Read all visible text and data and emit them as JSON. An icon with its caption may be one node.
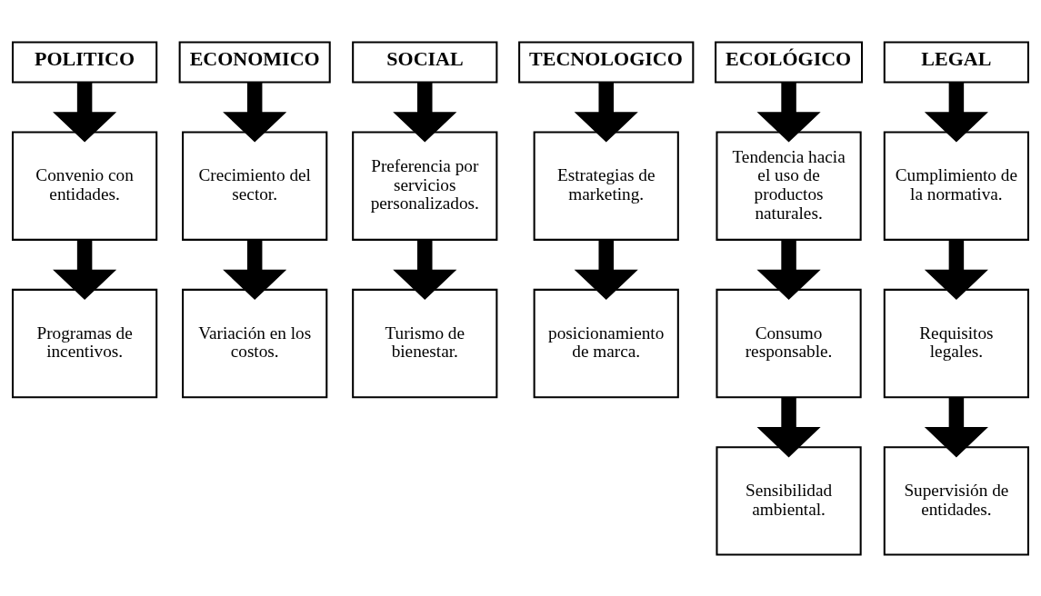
{
  "diagram": {
    "nodes": [
      {
        "text": [
          "POLITICO"
        ]
      },
      {
        "text": [
          "ECONOMICO"
        ]
      },
      {
        "text": [
          "SOCIAL"
        ]
      },
      {
        "text": [
          "TECNOLOGICO"
        ]
      },
      {
        "text": [
          "ECOLÓGICO"
        ]
      },
      {
        "text": [
          "LEGAL"
        ]
      },
      {
        "text": [
          "Convenio con entidades."
        ]
      },
      {
        "text": [
          "Crecimiento del sector."
        ]
      },
      {
        "text": [
          "Preferencia por servicios personalizados."
        ]
      },
      {
        "text": [
          "Estrategias de marketing."
        ]
      },
      {
        "text": [
          "Tendencia hacia el uso de productos naturales."
        ]
      },
      {
        "text": [
          "Cumplimiento de la normativa."
        ]
      },
      {
        "text": [
          "Programas de incentivos."
        ]
      },
      {
        "text": [
          "Variación en los costos."
        ]
      },
      {
        "text": [
          "Turismo de bienestar."
        ]
      },
      {
        "text": [
          "posicionamiento de marca."
        ]
      },
      {
        "text": [
          "Consumo responsable."
        ]
      },
      {
        "text": [
          "Requisitos legales."
        ]
      },
      {
        "text": [
          "Sensibilidad ambiental."
        ]
      },
      {
        "text": [
          "Supervisión de entidades."
        ]
      }
    ],
    "edges": [
      {
        "from": 0,
        "to": 6,
        "arrow": "to"
      },
      {
        "from": 1,
        "to": 7,
        "arrow": "to"
      },
      {
        "from": 2,
        "to": 8,
        "arrow": "to"
      },
      {
        "from": 3,
        "to": 9,
        "arrow": "to"
      },
      {
        "from": 4,
        "to": 10,
        "arrow": "to"
      },
      {
        "from": 5,
        "to": 11,
        "arrow": "to"
      },
      {
        "from": 6,
        "to": 12,
        "arrow": "to"
      },
      {
        "from": 7,
        "to": 13,
        "arrow": "to"
      },
      {
        "from": 8,
        "to": 14,
        "arrow": "to"
      },
      {
        "from": 9,
        "to": 15,
        "arrow": "to"
      },
      {
        "from": 10,
        "to": 16,
        "arrow": "to"
      },
      {
        "from": 11,
        "to": 17,
        "arrow": "to"
      },
      {
        "from": 16,
        "to": 18,
        "arrow": "to"
      },
      {
        "from": 17,
        "to": 19,
        "arrow": "to"
      }
    ]
  }
}
